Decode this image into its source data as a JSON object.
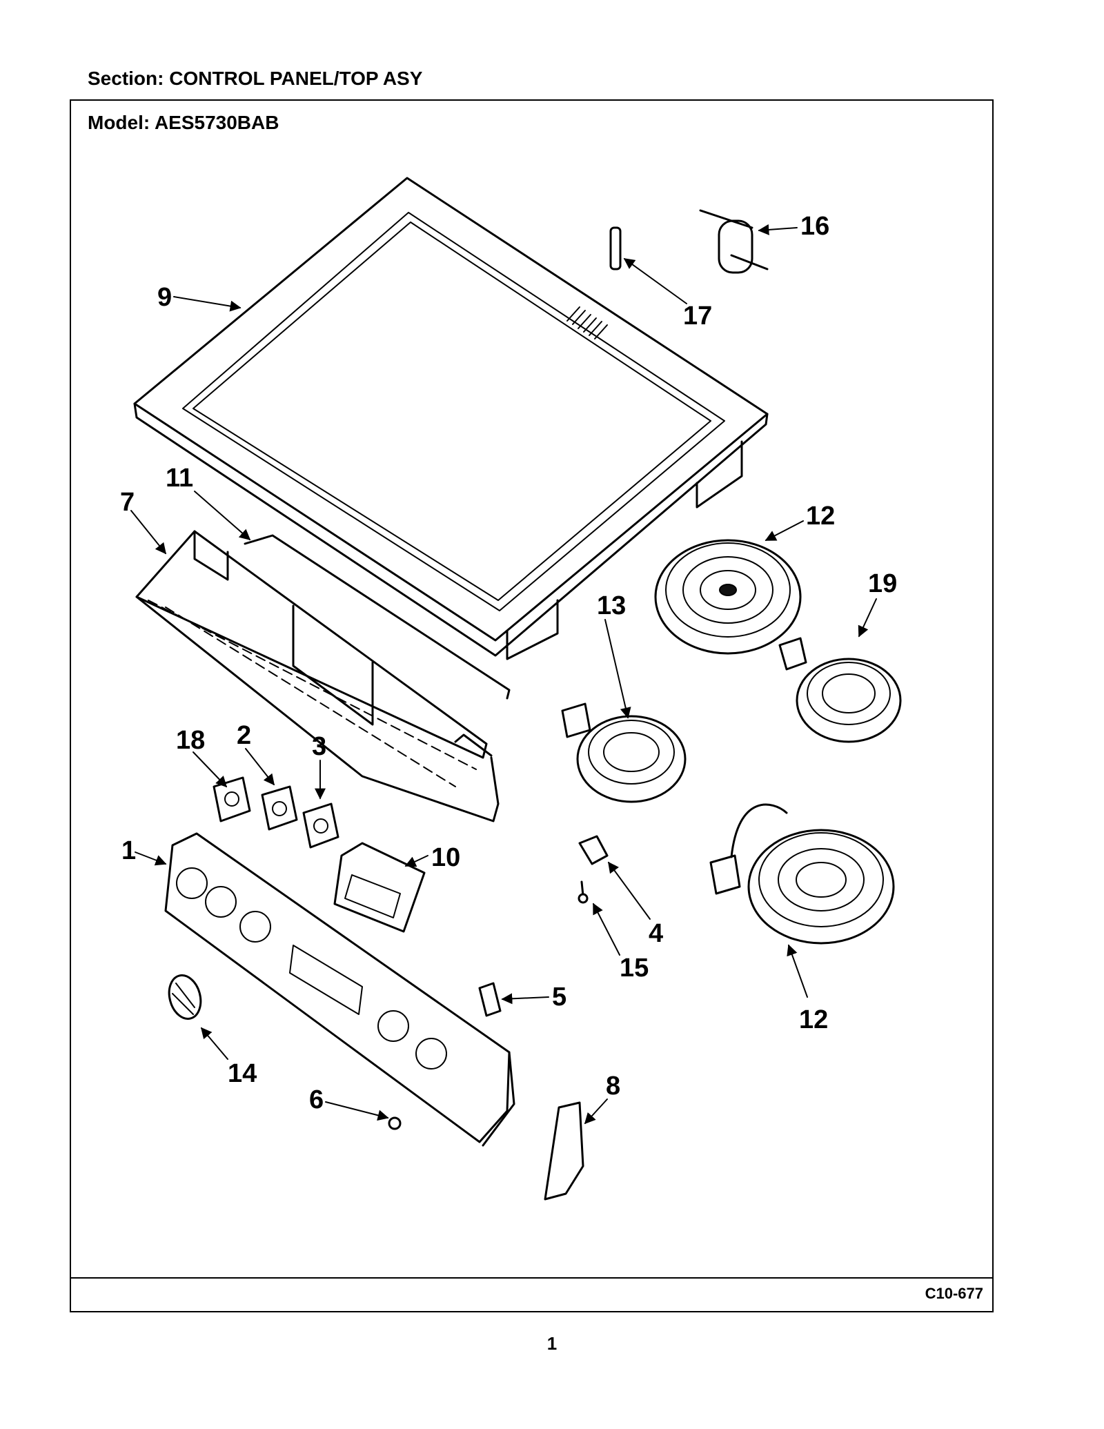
{
  "header": {
    "section_label": "Section:  CONTROL PANEL/TOP ASY",
    "model_label": "Model:  AES5730BAB"
  },
  "footer": {
    "diagram_code": "C10-677",
    "page_number": "1"
  },
  "callouts": {
    "c1": "1",
    "c2": "2",
    "c3": "3",
    "c4": "4",
    "c5": "5",
    "c6": "6",
    "c7": "7",
    "c8": "8",
    "c9": "9",
    "c10": "10",
    "c11": "11",
    "c12a": "12",
    "c12b": "12",
    "c13": "13",
    "c14": "14",
    "c15": "15",
    "c16": "16",
    "c17": "17",
    "c18": "18",
    "c19": "19"
  }
}
